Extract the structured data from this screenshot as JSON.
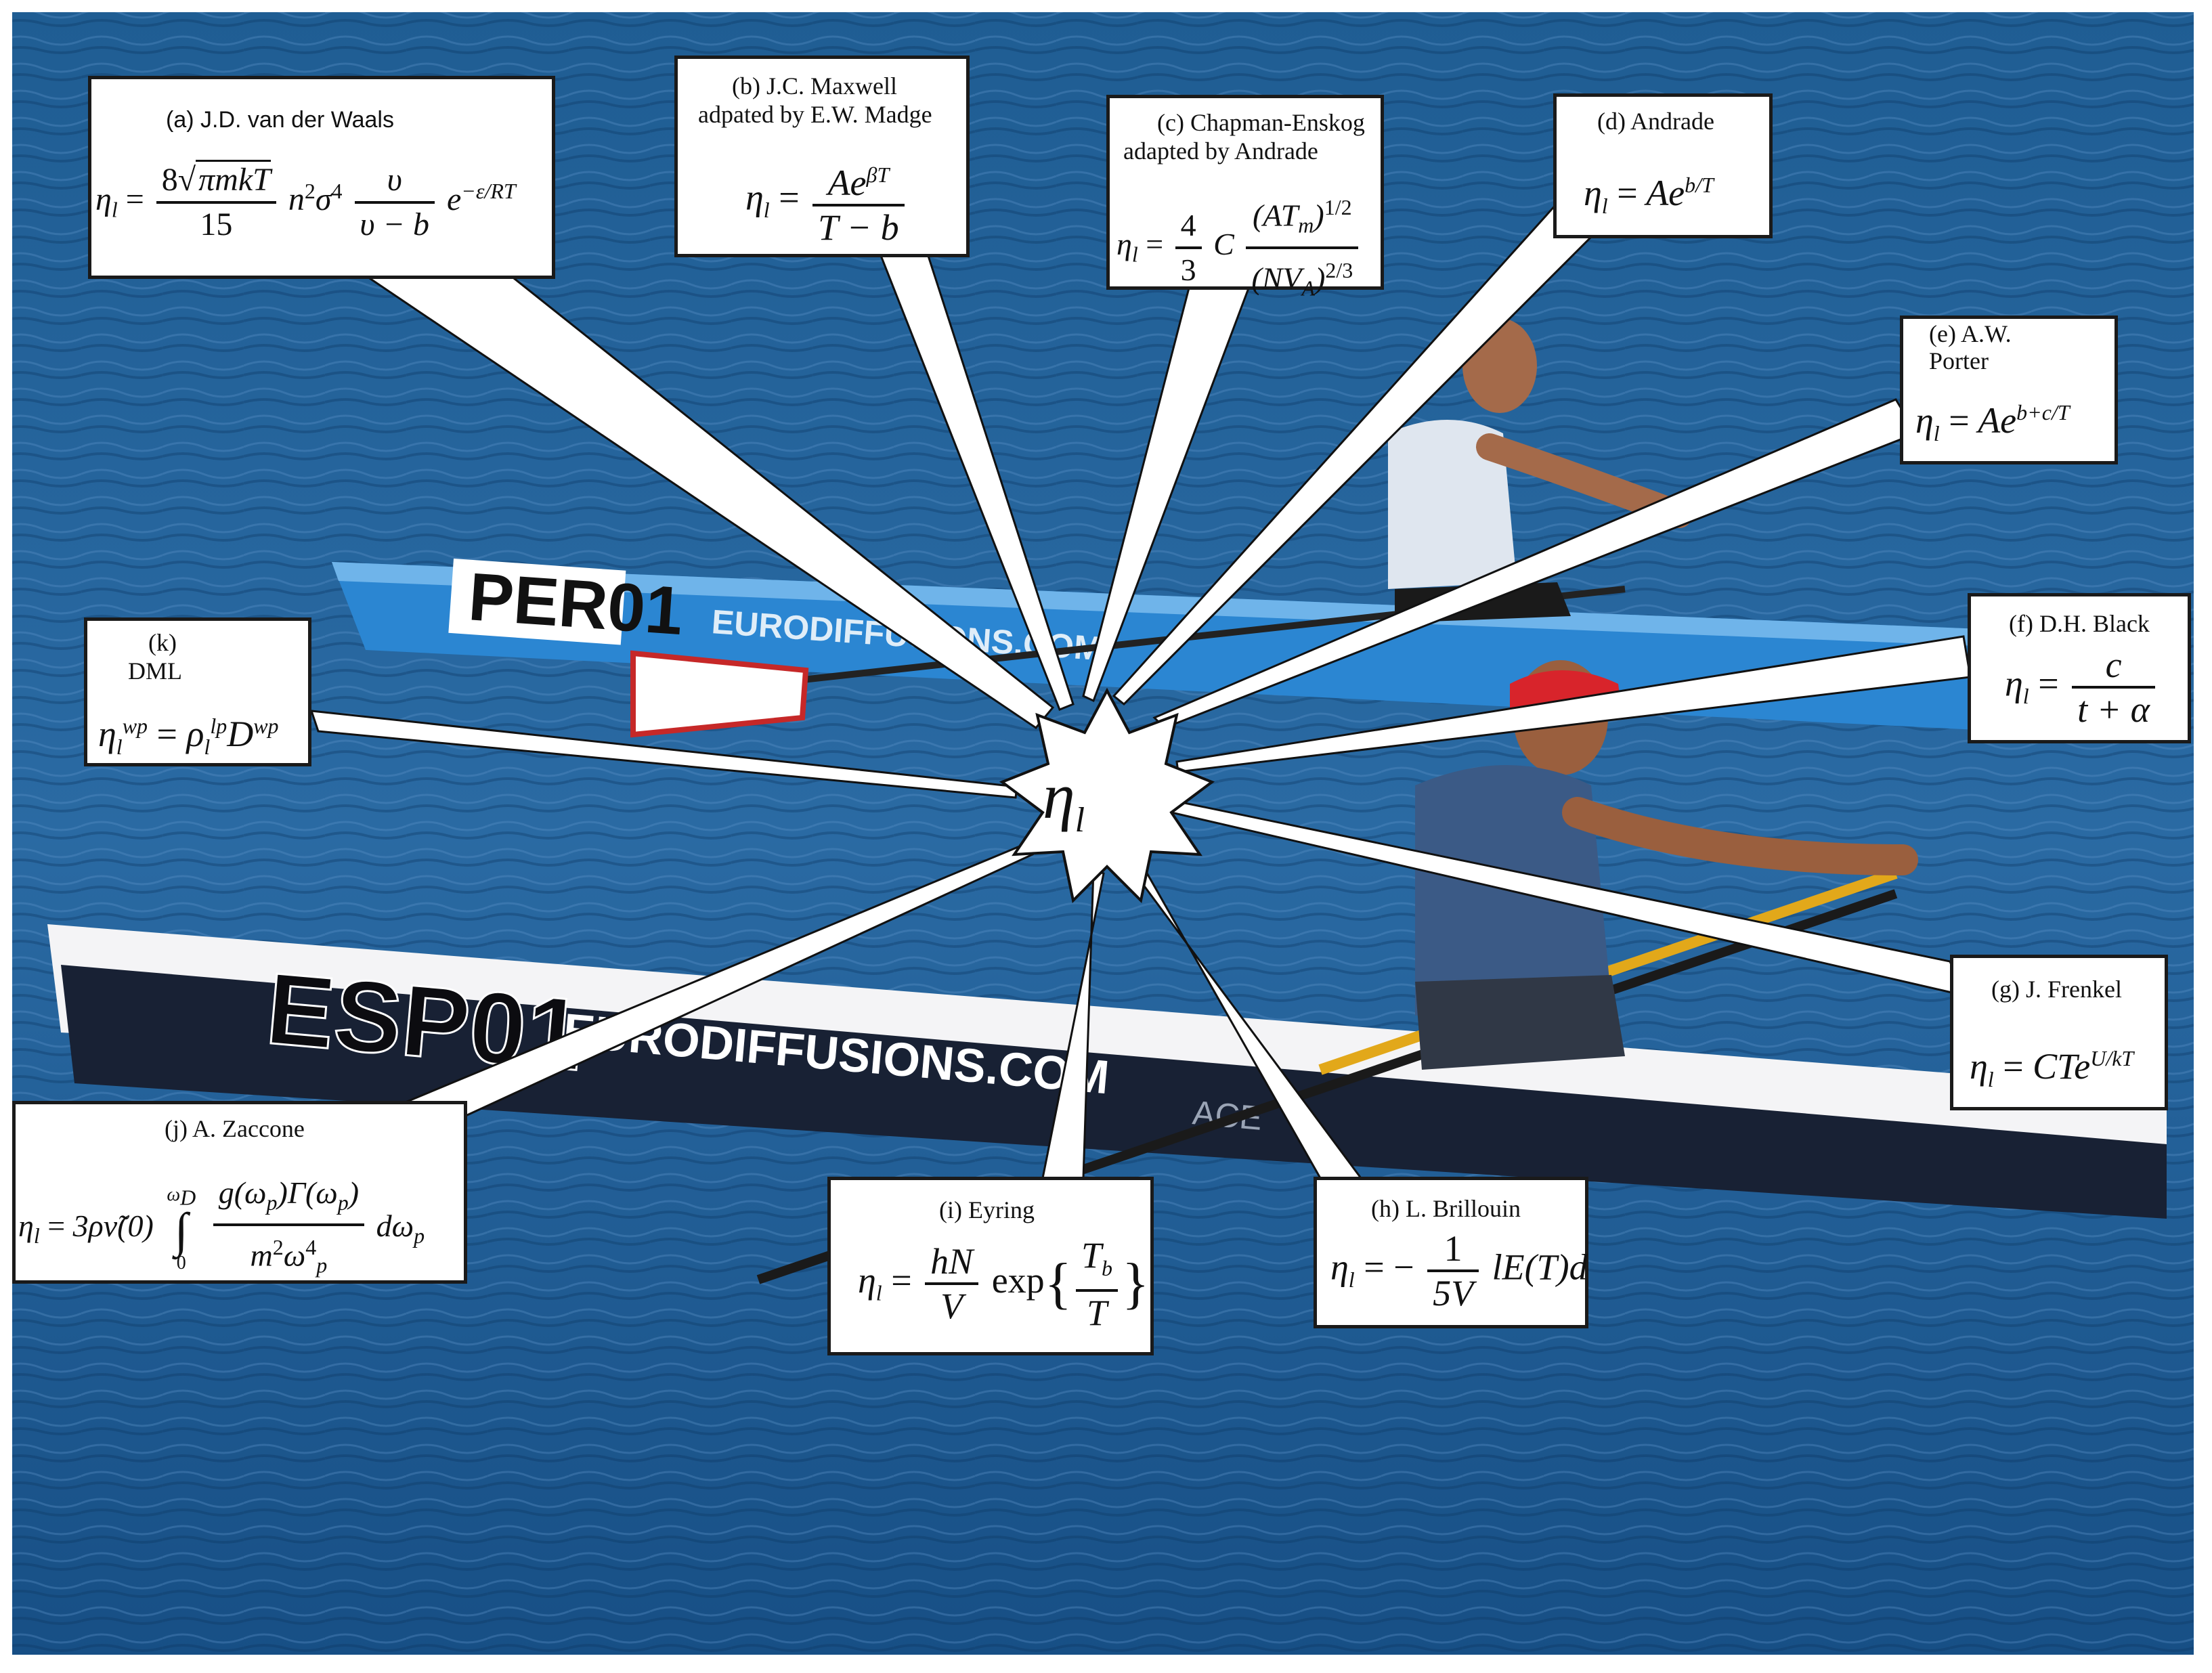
{
  "center": {
    "symbol": "η",
    "subscript": "l"
  },
  "boats": [
    {
      "name": "blue-boat",
      "number": "PER01",
      "sponsor": "EURODIFFUSIONS.COM"
    },
    {
      "name": "white-boat",
      "number": "ESP01",
      "sponsor": "EURODIFFUSIONS.COM",
      "small_text": "ACE"
    }
  ],
  "colors": {
    "water_light": "#2f6fa8",
    "water_dark": "#0d3e6e",
    "blue_boat": "#2b86d2",
    "white_boat_deck": "#f4f4f6",
    "white_boat_hull": "#182134",
    "box_border": "#1a1a1a"
  },
  "models": {
    "a": {
      "label": "(a) J.D. van der Waals",
      "eq": {
        "lhs": "η",
        "lhs_sub": "l",
        "eq": "=",
        "num_coef": "8",
        "num_root": "πmkT",
        "den": "15",
        "mid": "n",
        "mid_sup": "2",
        "sigma": "σ",
        "sigma_sup": "4",
        "f2_num": "υ",
        "f2_den": "υ − b",
        "exp_base": "e",
        "exp_sup": "−ε/RT"
      }
    },
    "b": {
      "label": "(b) J.C. Maxwell",
      "label2": "adpated by E.W. Madge",
      "eq": {
        "lhs": "η",
        "lhs_sub": "l",
        "eq": "=",
        "num": "Ae",
        "num_sup": "βT",
        "den": "T − b"
      }
    },
    "c": {
      "label": "(c) Chapman-Enskog",
      "label2": "adapted by Andrade",
      "eq": {
        "lhs": "η",
        "lhs_sub": "l",
        "eq": "=",
        "num": "4",
        "den": "3",
        "mid": "C",
        "f2_num": "(AT",
        "f2_num_sub": "m",
        "f2_num_close": ")",
        "f2_num_sup": "1/2",
        "f2_den": "(NV",
        "f2_den_sub": "A",
        "f2_den_close": ")",
        "f2_den_sup": "2/3"
      }
    },
    "d": {
      "label": "(d) Andrade",
      "eq": {
        "lhs": "η",
        "lhs_sub": "l",
        "eq": "=",
        "rhs": "Ae",
        "rhs_sup": "b/T"
      }
    },
    "e": {
      "label": "(e) A.W.",
      "label2": "Porter",
      "eq": {
        "lhs": "η",
        "lhs_sub": "l",
        "eq": "=",
        "rhs": "Ae",
        "rhs_sup": "b+c/T"
      }
    },
    "f": {
      "label": "(f) D.H. Black",
      "eq": {
        "lhs": "η",
        "lhs_sub": "l",
        "eq": "=",
        "num": "c",
        "den": "t + α"
      }
    },
    "g": {
      "label": "(g) J. Frenkel",
      "eq": {
        "lhs": "η",
        "lhs_sub": "l",
        "eq": "=",
        "rhs": "CTe",
        "rhs_sup": "U/kT"
      }
    },
    "h": {
      "label": "(h) L. Brillouin",
      "eq": {
        "lhs": "η",
        "lhs_sub": "l",
        "eq": "= −",
        "num": "1",
        "den": "5V",
        "rhs": "lE(T)d"
      }
    },
    "i": {
      "label": "(i) Eyring",
      "eq": {
        "lhs": "η",
        "lhs_sub": "l",
        "eq": "=",
        "num": "hN",
        "den": "V",
        "fn": "exp",
        "open": "{",
        "f2_num": "T",
        "f2_num_sub": "b",
        "f2_den": "T",
        "close": "}"
      }
    },
    "j": {
      "label": "(j) A. Zaccone",
      "eq": {
        "lhs": "η",
        "lhs_sub": "l",
        "eq": "=",
        "coef": "3ρν̃(0)",
        "int": "∫",
        "int_upper": "ω",
        "int_upper_sub": "D",
        "int_lower": "0",
        "num": "g(ω",
        "num_sub": "p",
        "num_mid": ")Γ(ω",
        "num_sub2": "p",
        "num_close": ")",
        "den": "m",
        "den_sup": "2",
        "den_b": "ω",
        "den_b_sup": "4",
        "den_b_sub": "p",
        "diff": "dω",
        "diff_sub": "p"
      }
    },
    "k": {
      "label": "(k)",
      "label2": "DML",
      "eq": {
        "lhs": "η",
        "lhs_sub": "l",
        "lhs_sup": "wp",
        "eq": "=",
        "rho": "ρ",
        "rho_sub": "l",
        "rho_sup": "lp",
        "rhs": "D",
        "rhs_sup": "wp"
      }
    }
  }
}
